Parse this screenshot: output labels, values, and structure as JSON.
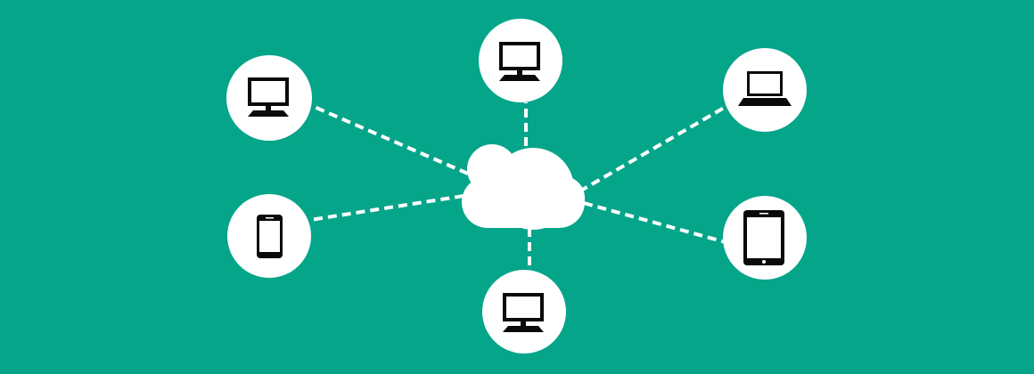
{
  "colors": {
    "background": "#05a58a",
    "node_fill": "#ffffff",
    "icon_color": "#0a0a0a",
    "link_color": "#ffffff"
  },
  "hub": {
    "icon": "cloud-icon"
  },
  "nodes": [
    {
      "id": "desktop-top-left",
      "icon": "desktop-monitor-icon"
    },
    {
      "id": "desktop-top-center",
      "icon": "desktop-monitor-icon"
    },
    {
      "id": "laptop-top-right",
      "icon": "laptop-icon"
    },
    {
      "id": "smartphone-left",
      "icon": "smartphone-icon"
    },
    {
      "id": "tablet-right",
      "icon": "tablet-icon"
    },
    {
      "id": "desktop-bottom-center",
      "icon": "desktop-monitor-icon"
    }
  ],
  "links": [
    {
      "from": "hub",
      "to": "desktop-top-left",
      "style": "dashed"
    },
    {
      "from": "hub",
      "to": "desktop-top-center",
      "style": "dashed"
    },
    {
      "from": "hub",
      "to": "laptop-top-right",
      "style": "dashed"
    },
    {
      "from": "hub",
      "to": "smartphone-left",
      "style": "dashed"
    },
    {
      "from": "hub",
      "to": "tablet-right",
      "style": "dashed"
    },
    {
      "from": "hub",
      "to": "desktop-bottom-center",
      "style": "dashed"
    }
  ]
}
